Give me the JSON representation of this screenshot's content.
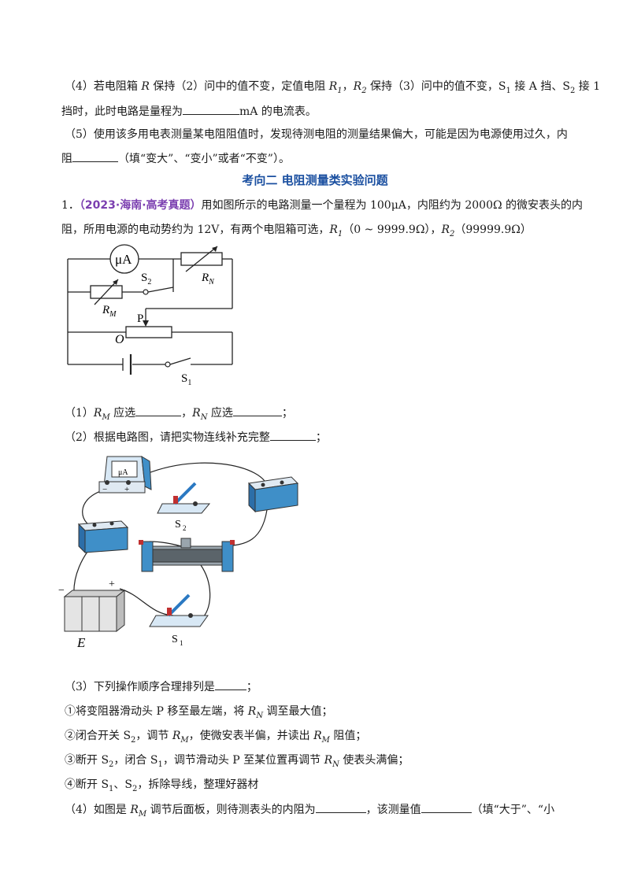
{
  "q4a": {
    "l1a": "（4）若电阻箱 ",
    "r": "R",
    "l1b": " 保持（2）问中的值不变，定值电阻 ",
    "r1": "R",
    "r1sub": "1",
    "l1c": "，",
    "r2": "R",
    "r2sub": "2",
    "l1d": " 保持（3）问中的值不变，S",
    "s1sub": "1",
    "l1e": " 接 A 挡、S",
    "s2sub": "2",
    "l1f": " 接 1",
    "l2a": "挡时，此时电路是量程为",
    "l2b": "mA 的电流表。"
  },
  "q5": {
    "l1": "（5）使用该多用电表测量某电阻阻值时，发现待测电阻的测量结果偏大，可能是因为电源使用过久，内",
    "l2a": "阻",
    "l2b": "（填“变大”、“变小”或者“不变”）。"
  },
  "heading": "考向二  电阻测量类实验问题",
  "q1": {
    "num": "1．",
    "source": "（2023·海南·高考真题）",
    "l1": "用如图所示的电路测量一个量程为 100μA，内阻约为 2000Ω 的微安表头的内",
    "l2a": "阻，所用电源的电动势约为 12V，有两个电阻箱可选，",
    "r1": "R",
    "r1sub": "1",
    "r1range": "（0 ~ 9999.9Ω），",
    "r2": "R",
    "r2sub": "2",
    "r2range": "（99999.9Ω）"
  },
  "circuit": {
    "meter": "μA",
    "s2": "S",
    "s2sub": "2",
    "rn": "R",
    "rnsub": "N",
    "rm": "R",
    "rmsub": "M",
    "p": "P",
    "o": "O",
    "s1": "S",
    "s1sub": "1"
  },
  "sub1": {
    "a": "（1）",
    "rm": "R",
    "rmsub": "M",
    "b": " 应选",
    "c": "，",
    "rn": "R",
    "rnsub": "N",
    "d": " 应选",
    "e": "；"
  },
  "sub2": {
    "a": "（2）根据电路图，请把实物连线补充完整",
    "b": "；"
  },
  "physical": {
    "meter": "μA",
    "minus": "−",
    "plus": "+",
    "s2": "S",
    "s2sub": "2",
    "bat_minus": "−",
    "bat_plus": "+",
    "e": "E",
    "s1": "S",
    "s1sub": "1"
  },
  "sub3": {
    "a": "（3）下列操作顺序合理排列是",
    "b": "；",
    "o1a": "①将变阻器滑动头 P 移至最左端，将 ",
    "o1r": "R",
    "o1sub": "N",
    "o1b": " 调至最大值；",
    "o2a": "②闭合开关 S",
    "o2s": "2",
    "o2b": "，调节 ",
    "o2r": "R",
    "o2sub": "M",
    "o2c": "，使微安表半偏，并读出 ",
    "o2r2": "R",
    "o2sub2": "M",
    "o2d": " 阻值；",
    "o3a": "③断开 S",
    "o3s": "2",
    "o3b": "，闭合 S",
    "o3s1": "1",
    "o3c": "，调节滑动头 P 至某位置再调节 ",
    "o3r": "R",
    "o3sub": "N",
    "o3d": " 使表头满偏；",
    "o4a": "④断开 S",
    "o4s1": "1",
    "o4b": "、S",
    "o4s2": "2",
    "o4c": "，拆除导线，整理好器材"
  },
  "sub4": {
    "a": "（4）如图是 ",
    "r": "R",
    "rsub": "M",
    "b": " 调节后面板，则待测表头的内阻为",
    "c": "，该测量值",
    "d": "（填“大于”、“小"
  }
}
